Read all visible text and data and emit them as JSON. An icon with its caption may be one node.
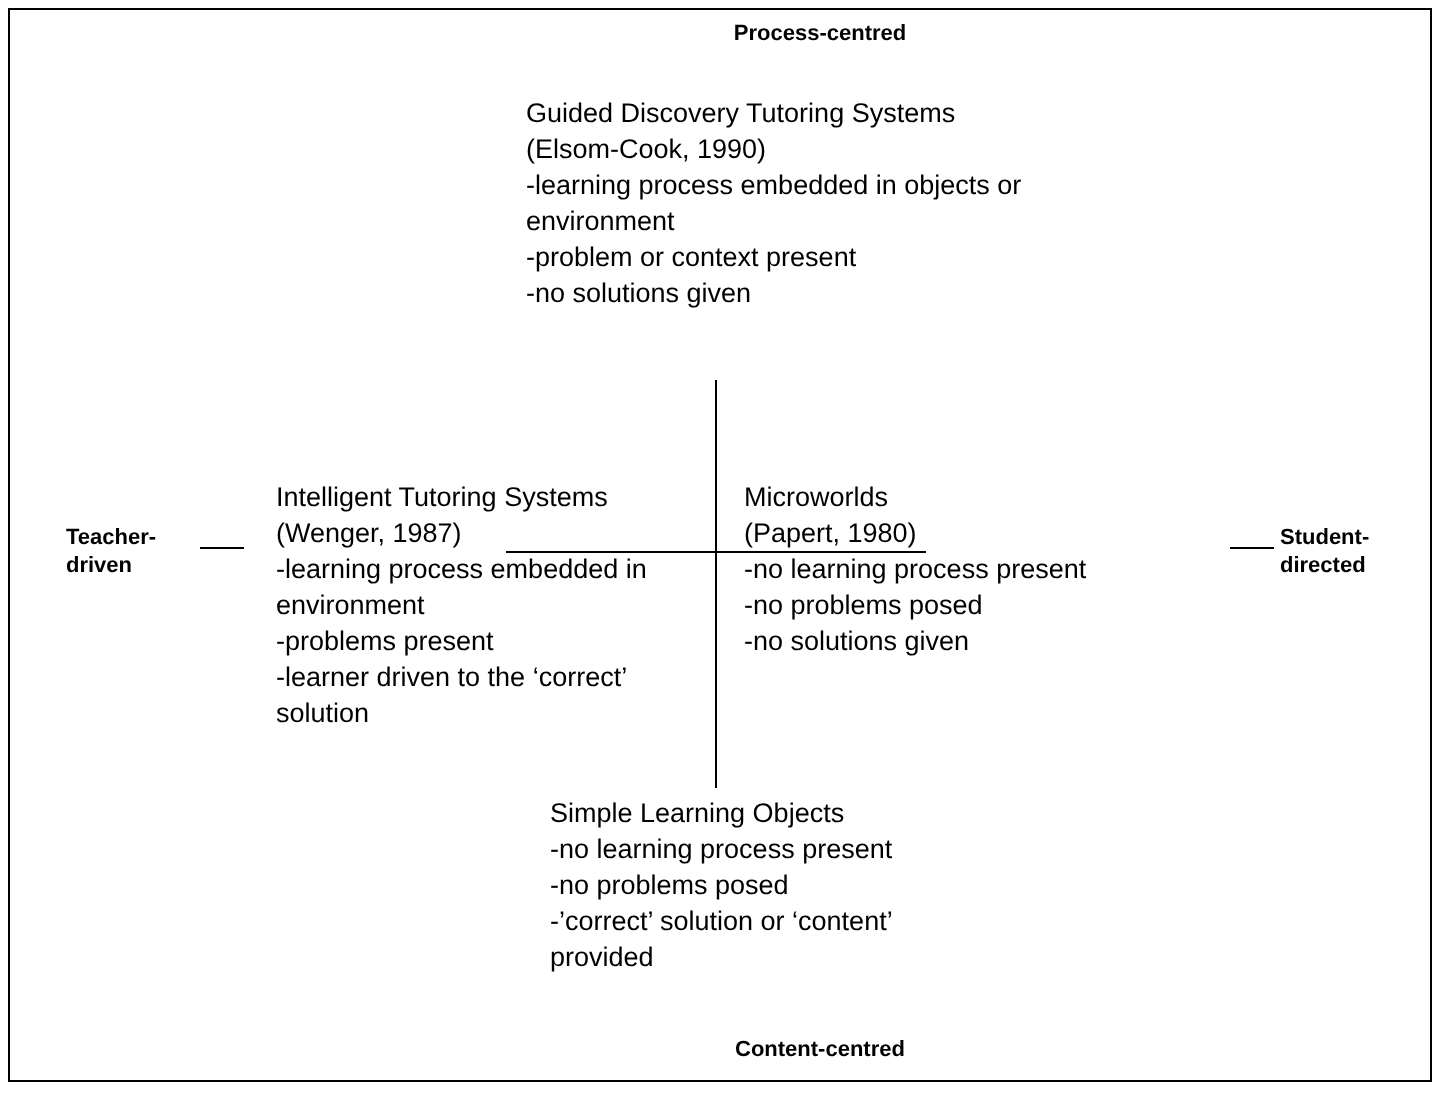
{
  "diagram": {
    "labels": [
      "Process-centred",
      "Guided Discovery Tutoring Systems",
      "(Elsom-Cook, 1990)",
      "-learning process embedded in objects or environment",
      "-problem or context present",
      "-no solutions given",
      "Teacher-driven",
      "Intelligent Tutoring Systems",
      "(Wenger, 1987)",
      "-learning process embedded in environment",
      "-problems present",
      "-learner driven to the ‘correct’ solution",
      "Microworlds",
      "(Papert, 1980)",
      "-no learning process present",
      "-no problems posed",
      "-no solutions given",
      "Student-directed",
      "Simple Learning Objects",
      "-no learning process present",
      "-no problems posed",
      "-’correct’ solution or ‘content’ provided",
      "Content-centred"
    ]
  }
}
